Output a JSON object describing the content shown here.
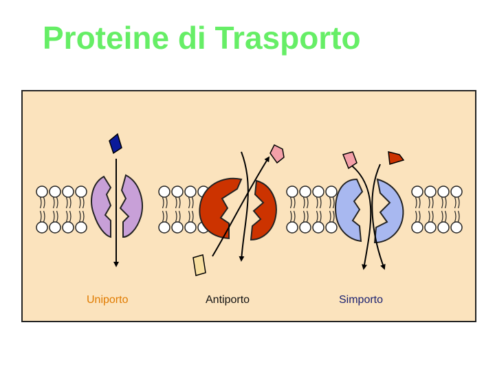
{
  "title": "Proteine di Trasporto",
  "labels": {
    "uniport": "Uniporto",
    "antiport": "Antiporto",
    "symport": "Simporto"
  },
  "colors": {
    "title": "#66ee66",
    "panel_bg": "#fbe3bd",
    "uniport_protein": "#c8a0d8",
    "antiport_protein": "#cc3300",
    "symport_protein": "#a8b8f0",
    "uniport_label": "#e07b00",
    "antiport_label": "#111111",
    "symport_label": "#1a2070",
    "molecule_dark_blue": "#0a1a9a",
    "molecule_pink": "#f4a0a8",
    "molecule_yellow": "#f8e0a0",
    "molecule_red": "#cc3300"
  },
  "icons": [
    "membrane-bilayer",
    "uniport-protein",
    "antiport-protein",
    "symport-protein",
    "transport-arrow",
    "molecule"
  ]
}
